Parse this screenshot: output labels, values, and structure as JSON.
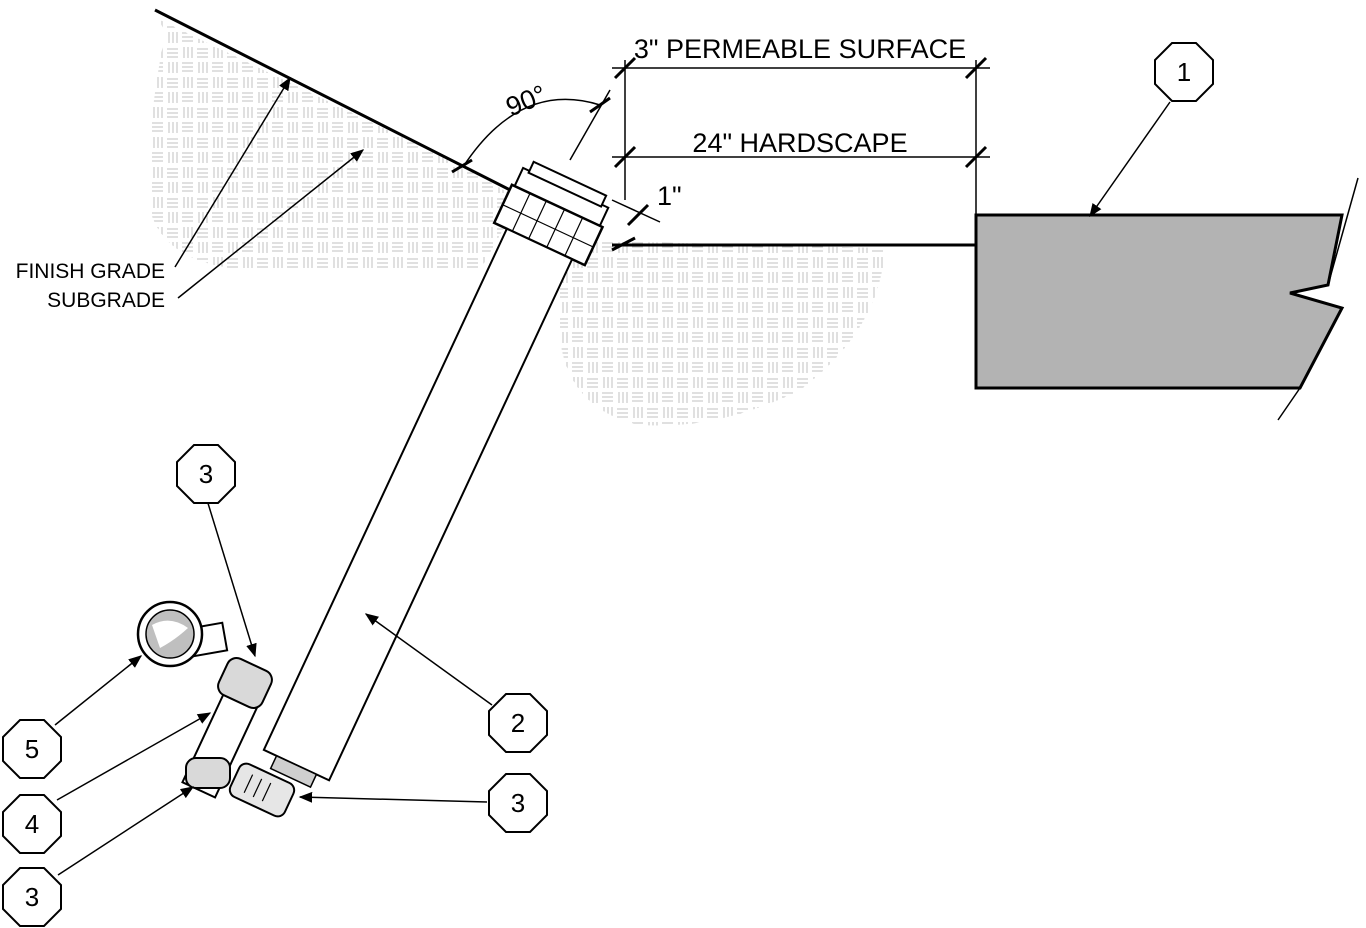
{
  "dimensions": {
    "permeable_surface": "3\" PERMEABLE SURFACE",
    "hardscape": "24\" HARDSCAPE",
    "offset": "1\"",
    "angle": "90°"
  },
  "notes": {
    "finish_grade": "FINISH GRADE",
    "subgrade": "SUBGRADE"
  },
  "callouts": [
    {
      "id": "callout-1",
      "label": "1"
    },
    {
      "id": "callout-2",
      "label": "2"
    },
    {
      "id": "callout-3-top",
      "label": "3"
    },
    {
      "id": "callout-3-right",
      "label": "3"
    },
    {
      "id": "callout-3-bottom",
      "label": "3"
    },
    {
      "id": "callout-4",
      "label": "4"
    },
    {
      "id": "callout-5",
      "label": "5"
    }
  ],
  "colors": {
    "line": "#000000",
    "hardscape_fill": "#b3b3b3",
    "soil_hatch": "#bdbdbd",
    "pipe_fill": "#bfbfbf"
  }
}
